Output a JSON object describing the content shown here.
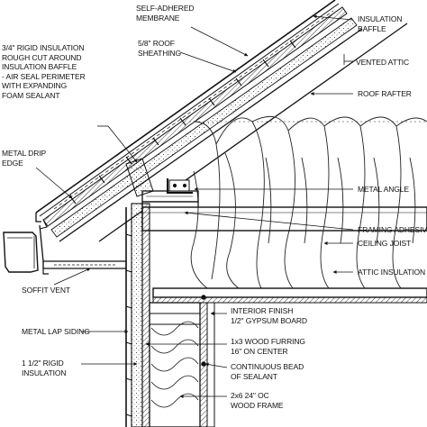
{
  "labels": {
    "self_adhered_membrane": [
      "SELF-ADHERED",
      "MEMBRANE"
    ],
    "roof_sheathing": [
      "5/8\" ROOF",
      "SHEATHING"
    ],
    "insulation_baffle": [
      "INSULATION",
      "BAFFLE"
    ],
    "vented_attic": "VENTED ATTIC",
    "rigid_insulation_note": [
      "3/4\" RIGID INSULATION",
      "ROUGH CUT AROUND",
      "INSULATION BAFFLE",
      "- AIR SEAL PERIMETER",
      "WITH EXPANDING",
      "FOAM SEALANT"
    ],
    "roof_rafter": "ROOF RAFTER",
    "metal_drip_edge": [
      "METAL DRIP",
      "EDGE"
    ],
    "metal_angle": "METAL ANGLE",
    "framing_adhesive": "FRAMING ADHESIVE",
    "ceiling_joist": "CEILING JOIST",
    "attic_insulation": "ATTIC INSULATION",
    "soffit_vent": "SOFFIT VENT",
    "interior_finish": [
      "INTERIOR FINISH",
      "1/2\" GYPSUM BOARD"
    ],
    "furring": [
      "1x3 WOOD FURRING",
      "16\" ON CENTER"
    ],
    "metal_lap_siding": "METAL LAP SIDING",
    "continuous_bead": [
      "CONTINUOUS BEAD",
      "OF SEALANT"
    ],
    "rigid_insulation_wall": [
      "1 1/2\" RIGID",
      "INSULATION"
    ],
    "wood_frame": [
      "2x6 24\" OC",
      "WOOD FRAME"
    ]
  }
}
